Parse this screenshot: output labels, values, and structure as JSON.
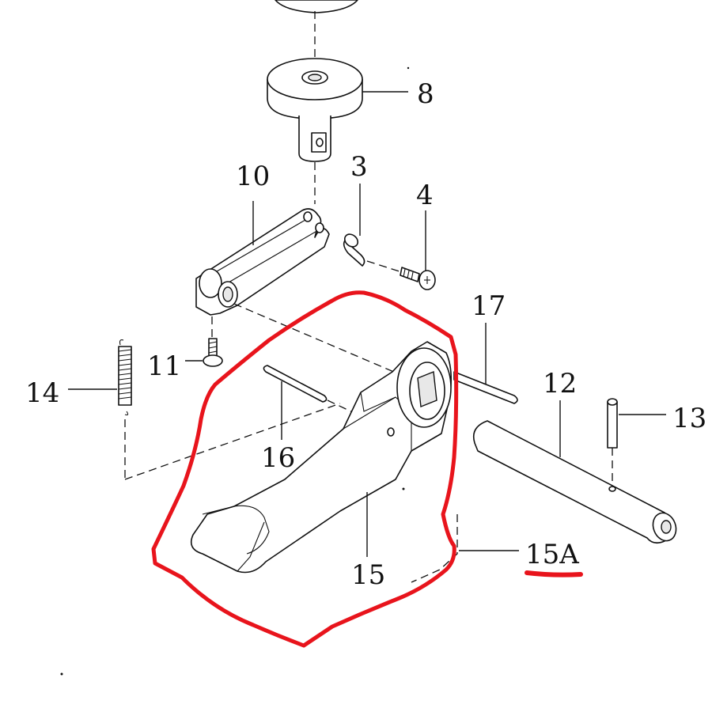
{
  "labels": {
    "p8": "8",
    "p10": "10",
    "p3": "3",
    "p4": "4",
    "p17": "17",
    "p12": "12",
    "p13": "13",
    "p11": "11",
    "p14": "14",
    "p16": "16",
    "p15": "15",
    "p15a": "15A"
  },
  "colors": {
    "line": "#111111",
    "highlight": "#e8141c",
    "background": "#ffffff"
  }
}
